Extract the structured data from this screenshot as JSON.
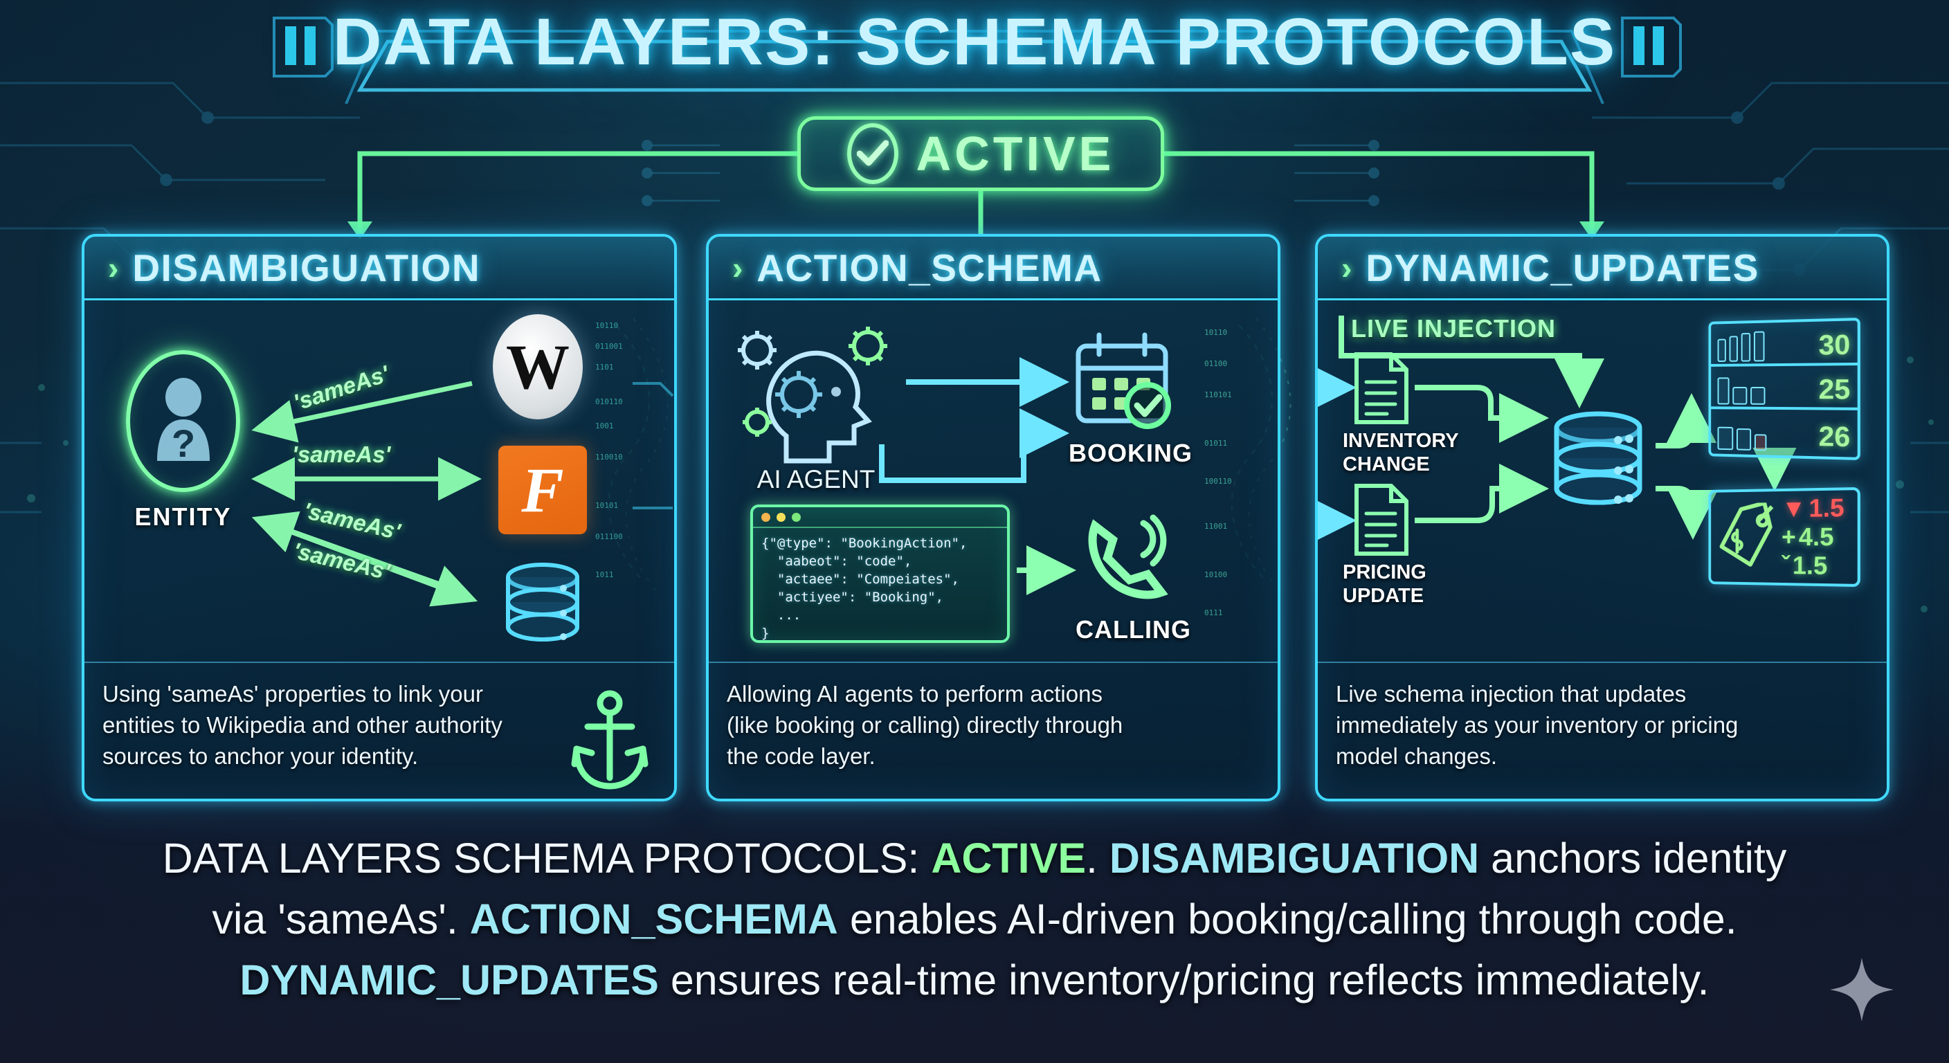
{
  "header": {
    "title": "DATA LAYERS: SCHEMA PROTOCOLS",
    "status_badge": {
      "label": "ACTIVE",
      "icon": "check-circle-icon",
      "color": "#8dff9e"
    }
  },
  "theme": {
    "accent_cyan": "#3fd9ff",
    "accent_green": "#7dff9e",
    "background_dark": "#0a2234",
    "text_primary": "#eef8ff",
    "alert_red": "#ff5b5b",
    "brand_orange": "#f2781f"
  },
  "panels": [
    {
      "id": "disambiguation",
      "chevron": "›",
      "title": "DISAMBIGUATION",
      "entity_label": "ENTITY",
      "relation_labels": [
        "'sameAs'",
        "'sameAs'",
        "'sameAs'",
        "'sameAs'"
      ],
      "authority_sources": [
        {
          "name": "wikipedia-logo",
          "glyph": "W"
        },
        {
          "name": "authority-source-logo",
          "glyph": "F"
        },
        {
          "name": "database-icon",
          "glyph": ""
        }
      ],
      "footer_icon": "anchor-icon",
      "description": "Using 'sameAs' properties to link your entities to Wikipedia and other authority sources to anchor your identity."
    },
    {
      "id": "action_schema",
      "chevron": "›",
      "title": "ACTION_SCHEMA",
      "agent_label": "AI AGENT",
      "code_window": {
        "dots": [
          "#f3b34d",
          "#f3e05a",
          "#7ce87c"
        ],
        "lines": [
          "{\"@type\": \"BookingAction\",",
          "  \"aabeot\": \"code\",",
          "  \"actaee\": \"Compeiates\",",
          "  \"actiyee\": \"Booking\",",
          "  ...",
          "}"
        ]
      },
      "actions": [
        {
          "label": "BOOKING",
          "icon": "calendar-check-icon"
        },
        {
          "label": "CALLING",
          "icon": "phone-ringing-icon"
        }
      ],
      "description": "Allowing AI agents to perform actions (like booking or calling) directly through the code layer."
    },
    {
      "id": "dynamic_updates",
      "chevron": "›",
      "title": "DYNAMIC_UPDATES",
      "live_chip": "LIVE INJECTION",
      "inputs": [
        {
          "label": "INVENTORY CHANGE",
          "icon": "document-list-icon"
        },
        {
          "label": "PRICING UPDATE",
          "icon": "document-list-icon"
        }
      ],
      "store_icon": "database-stack-icon",
      "shelf": {
        "rows": [
          {
            "count": "30"
          },
          {
            "count": "25"
          },
          {
            "count": "26"
          }
        ]
      },
      "price_tag": {
        "icon": "price-tag-icon",
        "deltas": [
          {
            "arrow": "▼",
            "value": "1.5",
            "direction": "down"
          },
          {
            "arrow": "+",
            "value": "4.5",
            "direction": "up"
          },
          {
            "arrow": "ˇ",
            "value": "1.5",
            "direction": "up"
          }
        ]
      },
      "description": "Live schema injection that updates immediately as your inventory or pricing model changes."
    }
  ],
  "caption": {
    "line1_a": "DATA LAYERS SCHEMA PROTOCOLS: ",
    "line1_active": "ACTIVE",
    "line1_b": ". ",
    "line1_term": "DISAMBIGUATION",
    "line1_c": " anchors identity",
    "line2_a": "via 'sameAs'. ",
    "line2_term": "ACTION_SCHEMA",
    "line2_b": " enables AI-driven booking/calling through code.",
    "line3_term": "DYNAMIC_UPDATES",
    "line3_b": " ensures real-time inventory/pricing reflects immediately."
  },
  "decoration": {
    "sparkle": "sparkle-icon"
  }
}
